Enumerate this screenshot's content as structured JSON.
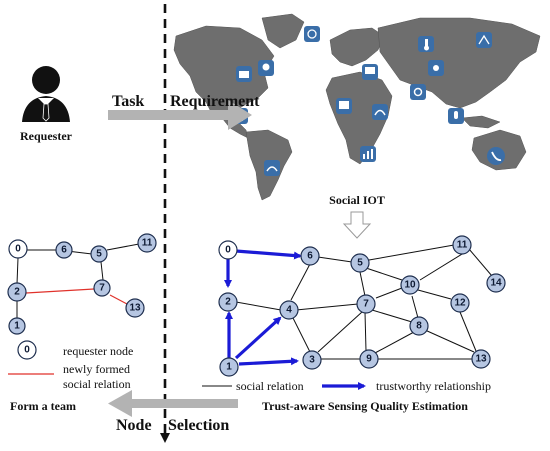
{
  "colors": {
    "node_fill": "#b6c6e2",
    "requester_node_fill": "#ffffff",
    "trust_edge": "#1b1bd6",
    "new_relation": "#e0322b",
    "arrow_gray": "#b3b3b3",
    "map_land": "#6e6e6e",
    "icon_blue": "#3a6ea8"
  },
  "labels": {
    "requester": "Requester",
    "task_requirement_1": "Task",
    "task_requirement_2": "Requirement",
    "social_iot": "Social IOT",
    "node_selection_1": "Node",
    "node_selection_2": "Selection",
    "form_team": "Form a team",
    "trust_estimation": "Trust-aware Sensing Quality Estimation"
  },
  "left_legend": {
    "requester_node_symbol": "0",
    "requester_node_text": "requester node",
    "new_relation_line1": "newly formed",
    "new_relation_line2": "social relation"
  },
  "bottom_legend": {
    "social_relation": "social relation",
    "trustworthy": "trustworthy  relationship"
  },
  "team_nodes": [
    "0",
    "6",
    "5",
    "11",
    "2",
    "7",
    "13",
    "1"
  ],
  "iot_nodes": [
    "0",
    "6",
    "5",
    "11",
    "14",
    "2",
    "4",
    "7",
    "10",
    "12",
    "8",
    "1",
    "3",
    "9",
    "13"
  ],
  "map_icons": [
    "camera-icon",
    "gps-icon",
    "monitor-icon",
    "gear-icon",
    "tv-icon",
    "headphone-icon",
    "microphone-icon",
    "phone-icon",
    "chart-icon",
    "thermometer-icon",
    "radio-tower-icon",
    "satellite-icon",
    "speedometer-icon",
    "pda-icon",
    "projector-icon"
  ]
}
